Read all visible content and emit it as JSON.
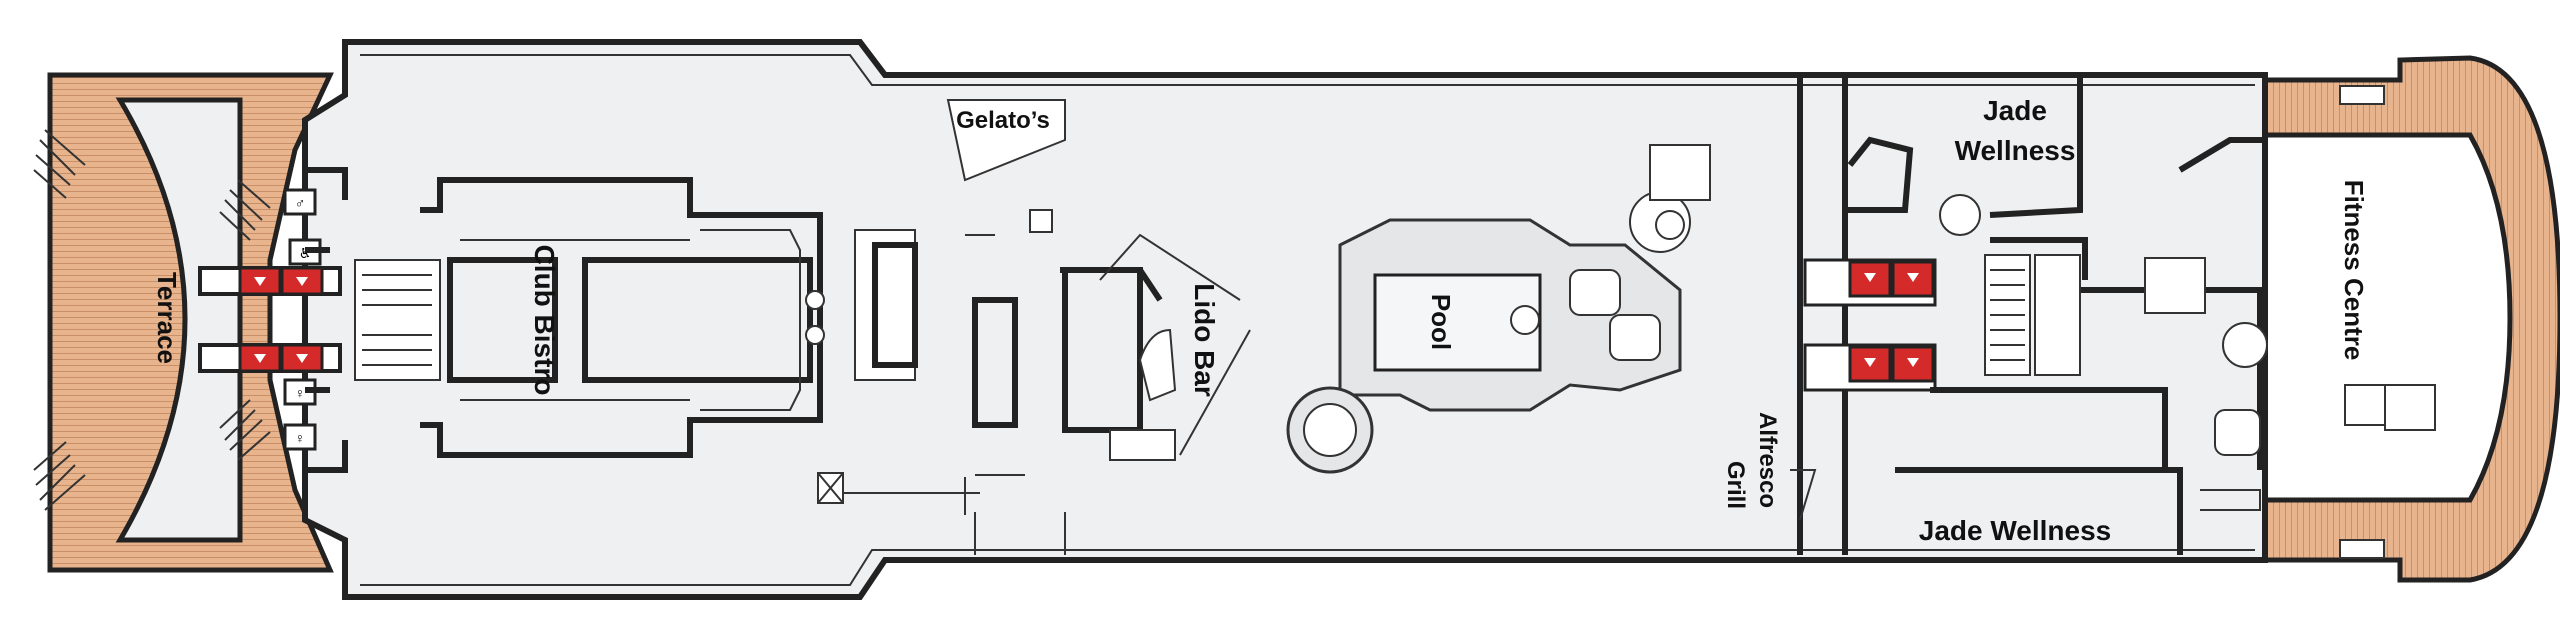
{
  "labels": {
    "terrace": "Terrace",
    "club_bistro": "Club Bistro",
    "gelatos": "Gelato’s",
    "lido_bar": "Lido Bar",
    "pool": "Pool",
    "alfresco": "Alfresco",
    "grill": "Grill",
    "jade_wellness_top_1": "Jade",
    "jade_wellness_top_2": "Wellness",
    "jade_wellness_bottom": "Jade Wellness",
    "fitness_centre": "Fitness Centre"
  },
  "icons": {
    "lift": "elevator-icon",
    "restroom": "restroom-icon",
    "accessible": "wheelchair-icon",
    "stairs": "stairs-icon"
  },
  "colors": {
    "deck_floor": "#e8b48d",
    "deck_line": "#c98f67",
    "interior": "#eef0f1",
    "wall": "#222222",
    "lift": "#d42a2a"
  }
}
